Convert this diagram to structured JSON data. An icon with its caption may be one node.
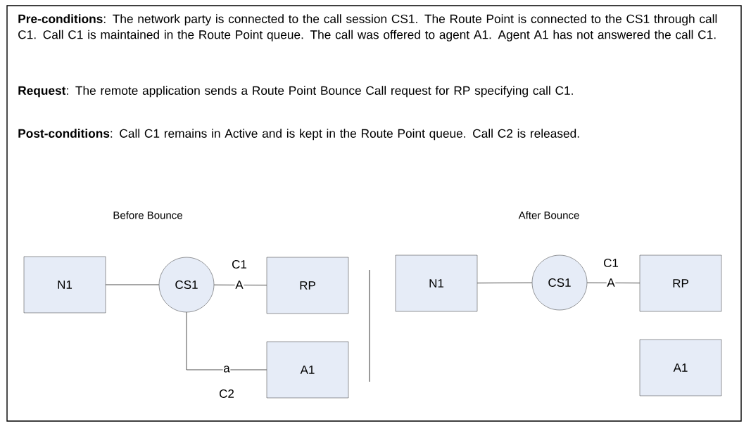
{
  "diagram": {
    "nodes": [
      {
        "text": [
          "N1"
        ]
      },
      {
        "text": [
          "CS1"
        ]
      },
      {
        "text": [
          "RP"
        ]
      },
      {
        "text": [
          "A1"
        ]
      },
      {
        "text": [
          "N1"
        ]
      },
      {
        "text": [
          "CS1"
        ]
      },
      {
        "text": [
          "RP"
        ]
      },
      {
        "text": [
          "A1"
        ]
      }
    ],
    "edges": [
      {
        "from": 0,
        "to": 1,
        "arrow": "none"
      },
      {
        "from": 1,
        "to": 2,
        "arrow": "none",
        "label": "A"
      },
      {
        "from": 1,
        "to": 3,
        "arrow": "none",
        "label": "a"
      },
      {
        "from": 4,
        "to": 5,
        "arrow": "none"
      },
      {
        "from": 5,
        "to": 6,
        "arrow": "none",
        "label": "A"
      }
    ],
    "labels": [
      "**Pre-conditions**:  The network party is connected to the call session CS1.  The Route Point is connected to the CS1 through call C1.  Call C1 is maintained in the Route Point queue.  The call was offered to agent A1.  Agent A1 has not answered the call C1.",
      "**Request**:  The remote application sends a Route Point Bounce Call request for RP specifying call C1.",
      "**Post-conditions**:  Call C1 remains in Active and is kept in the Route Point queue.  Call C2 is released.",
      "Before Bounce",
      "After Bounce",
      "C1",
      "C2",
      "C1"
    ]
  }
}
